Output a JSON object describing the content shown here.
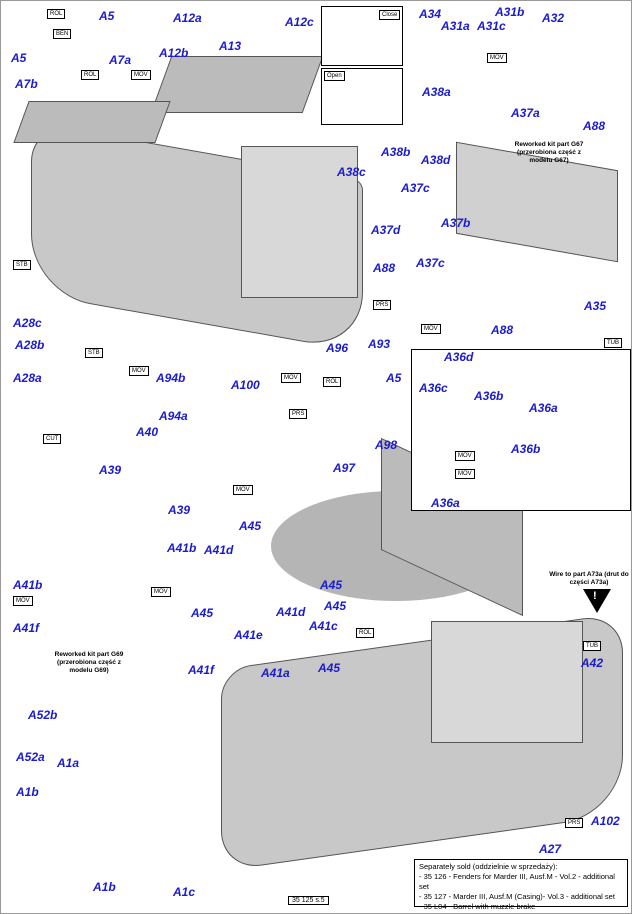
{
  "labels": [
    "A5",
    "A5",
    "A7a",
    "A7b",
    "A12a",
    "A12b",
    "A12c",
    "A13",
    "A34",
    "A31a",
    "A31c",
    "A31b",
    "A32",
    "A37a",
    "A38a",
    "A88",
    "A38b",
    "A38c",
    "A38d",
    "A37c",
    "A37d",
    "A37b",
    "A37c",
    "A88",
    "A88",
    "A35",
    "A28c",
    "A28b",
    "A28a",
    "A96",
    "A93",
    "A5",
    "A94b",
    "A100",
    "A94a",
    "A40",
    "A39",
    "A39",
    "A36d",
    "A36c",
    "A36a",
    "A36b",
    "A36b",
    "A36a",
    "A98",
    "A97",
    "A45",
    "A41b",
    "A41d",
    "A41b",
    "A45",
    "A45",
    "A41f",
    "A41d",
    "A45",
    "A41e",
    "A41c",
    "A41f",
    "A41a",
    "A45",
    "A42",
    "A52b",
    "A52a",
    "A1a",
    "A1b",
    "A102",
    "A27",
    "A1b",
    "A1c"
  ],
  "tags": [
    "ROL",
    "BEN",
    "ROL",
    "MOV",
    "Close",
    "Open",
    "MOV",
    "STB",
    "STB",
    "MOV",
    "MOV",
    "ROL",
    "PRS",
    "PRS",
    "MOV",
    "MOV",
    "TUB",
    "CUT",
    "MOV",
    "MOV",
    "ROL",
    "MOV",
    "MOV",
    "TUB",
    "PRS"
  ],
  "notes": {
    "g67": "Reworked kit part G67 (przerobiona część z modelu G67)",
    "g69": "Reworked kit part G69 (przerobiona część z modelu G69)",
    "wire": "Wire to part A73a (drut do części A73a)"
  },
  "sold": {
    "title": "Separately sold (oddzielnie w sprzedaży):",
    "items": [
      "- 35 126 - Fenders for Marder III, Ausf.M - Vol.2 - additional set",
      "- 35 127 - Marder III, Ausf.M (Casing)- Vol.3 - additional set",
      "- 35 L04 - Barrel with muzzle brake"
    ]
  },
  "page_number": "35 125 s.5",
  "warning_symbol": "!"
}
